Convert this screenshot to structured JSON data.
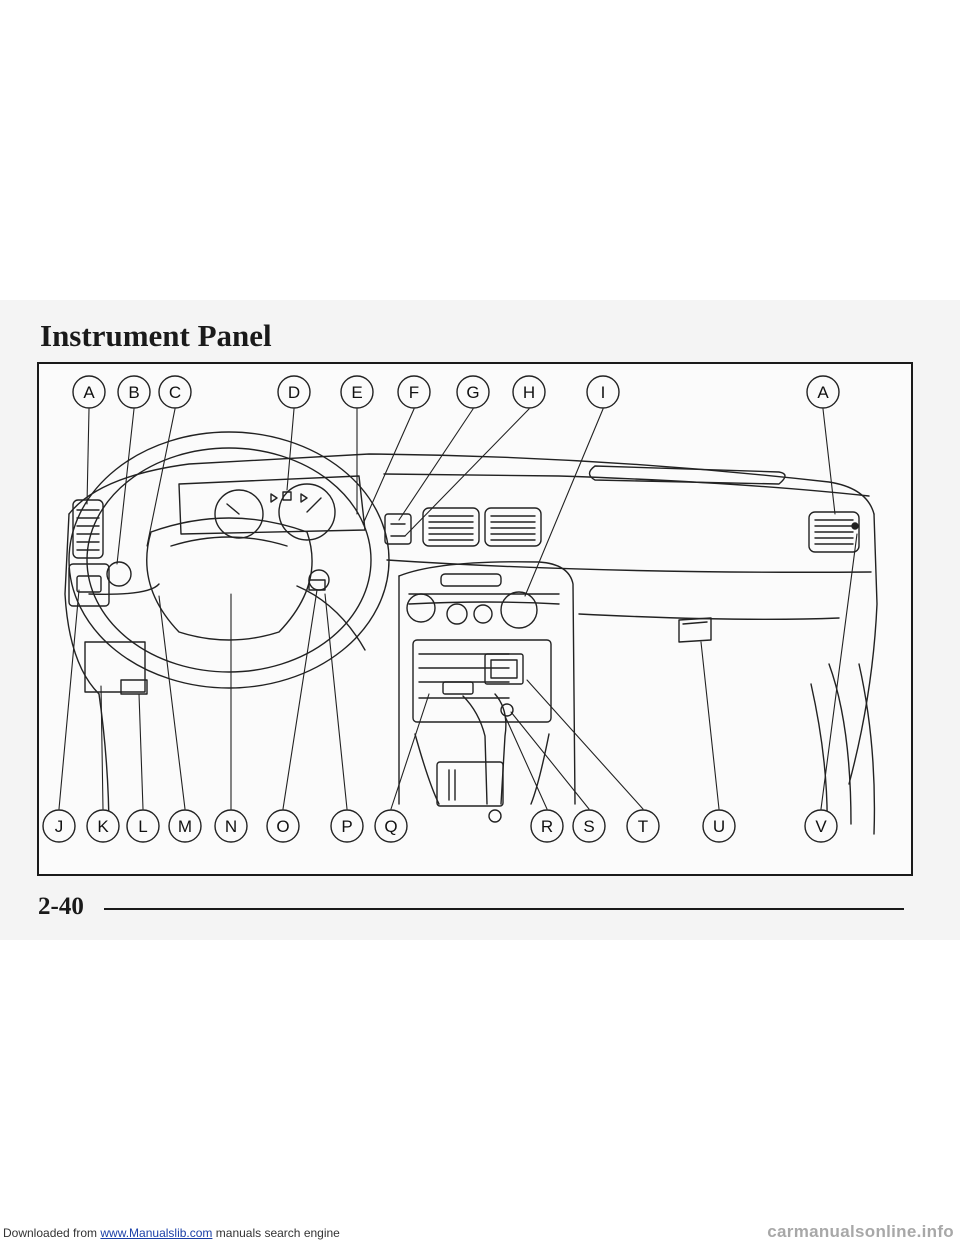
{
  "page": {
    "title": "Instrument Panel",
    "page_number": "2-40"
  },
  "figure": {
    "top_callouts": [
      "A",
      "B",
      "C",
      "D",
      "E",
      "F",
      "G",
      "H",
      "I",
      "A"
    ],
    "bottom_callouts": [
      "J",
      "K",
      "L",
      "M",
      "N",
      "O",
      "P",
      "Q",
      "R",
      "S",
      "T",
      "U",
      "V"
    ]
  },
  "footer": {
    "prefix": "Downloaded from ",
    "link_text": "www.Manualslib.com",
    "suffix": " manuals search engine",
    "watermark": "carmanualsonline.info"
  }
}
